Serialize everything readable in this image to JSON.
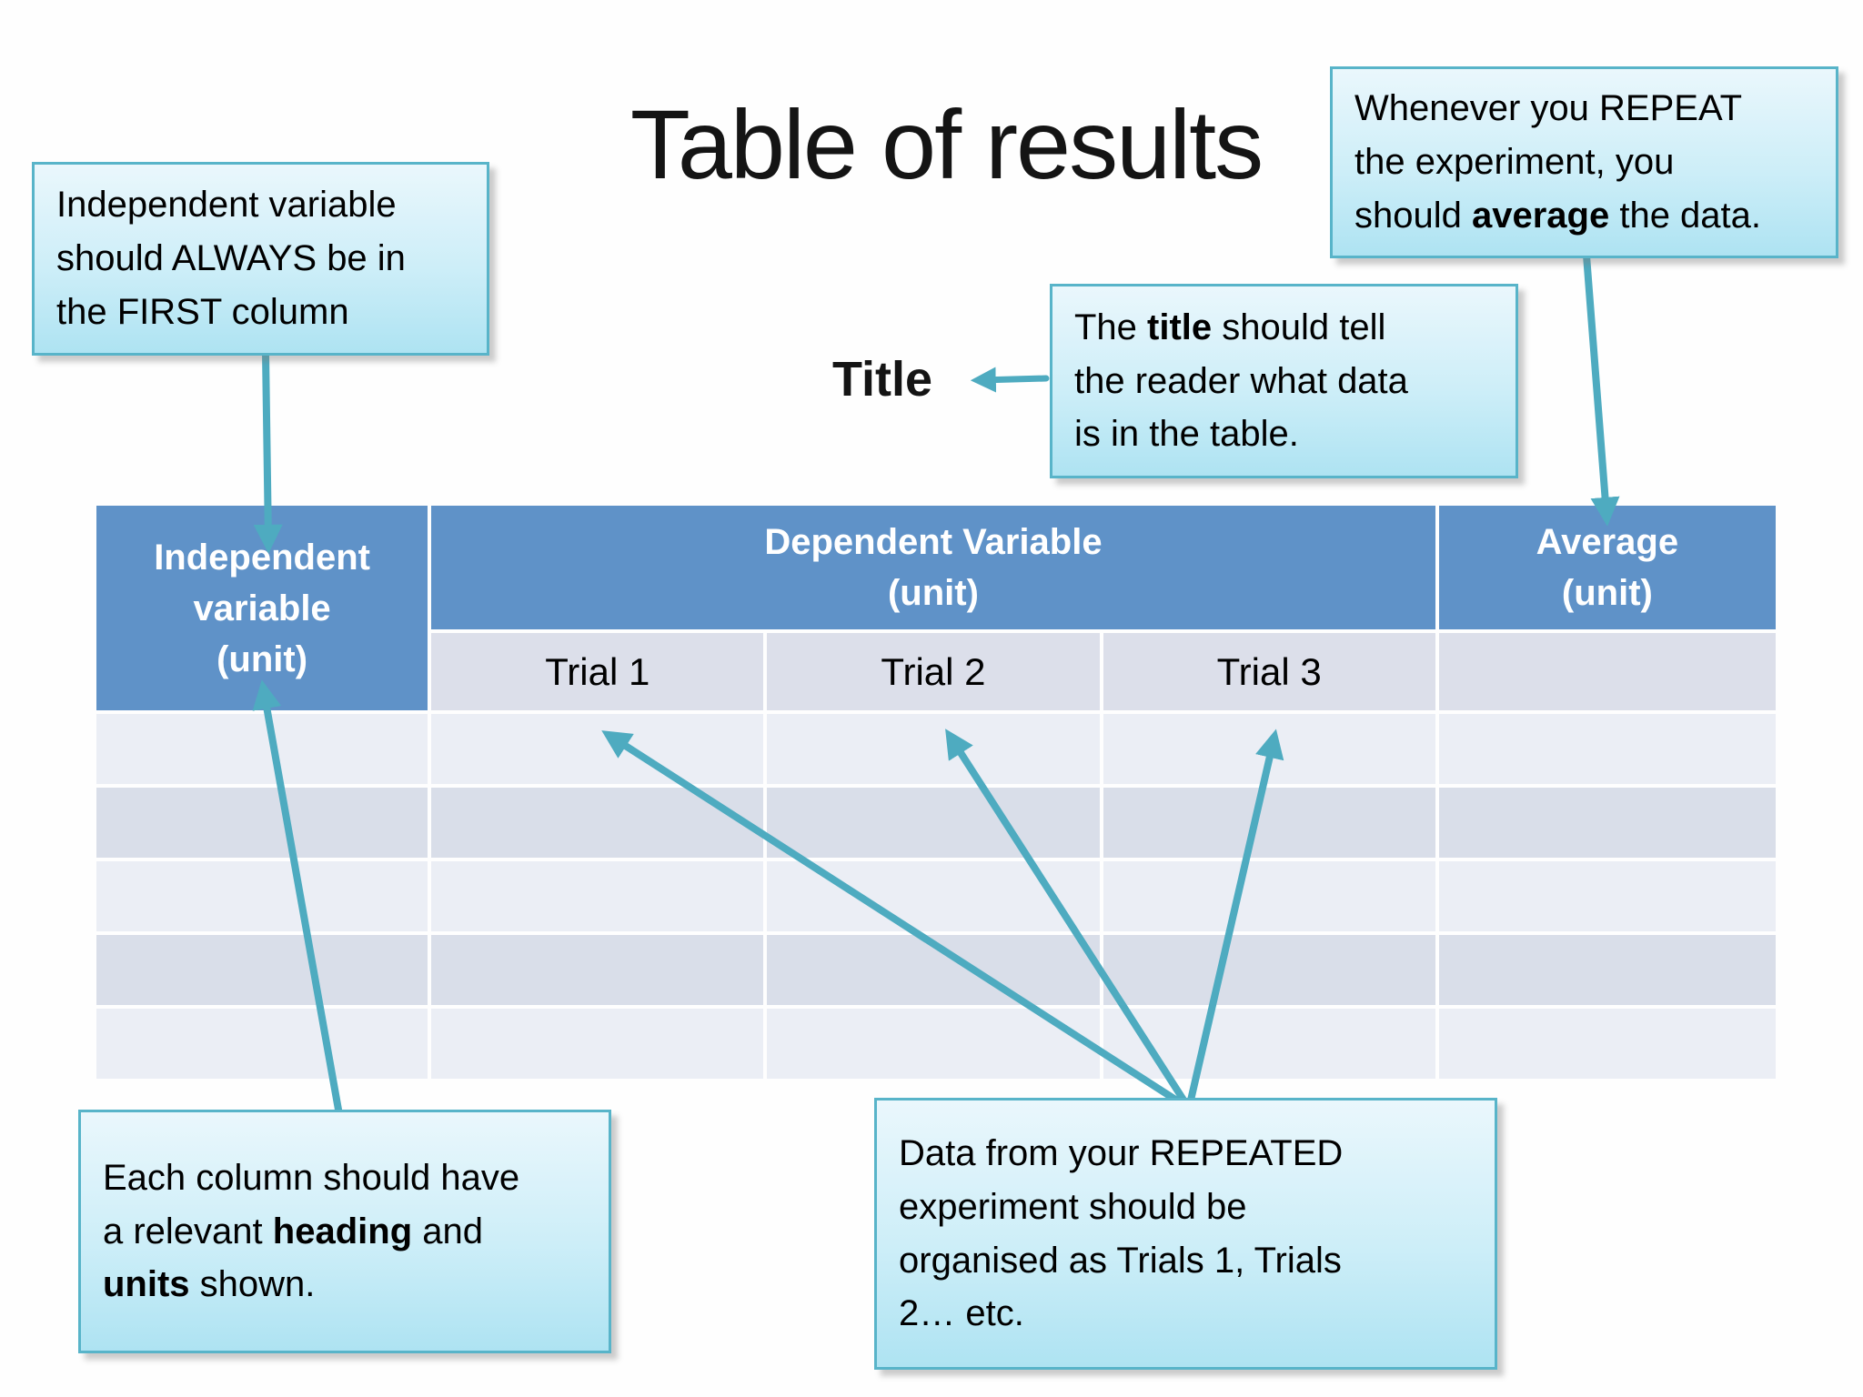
{
  "title": {
    "text": "Table of results"
  },
  "table_title": {
    "label": "Title"
  },
  "callouts": {
    "independent_first_column": {
      "segments": [
        {
          "t": "Independent variable\nshould ALWAYS be in\nthe FIRST column",
          "b": false
        }
      ]
    },
    "repeat_average": {
      "segments": [
        {
          "t": "Whenever you REPEAT\nthe experiment, you\nshould ",
          "b": false
        },
        {
          "t": "average",
          "b": true
        },
        {
          "t": " the data.",
          "b": false
        }
      ]
    },
    "title_tells": {
      "segments": [
        {
          "t": "The ",
          "b": false
        },
        {
          "t": "title",
          "b": true
        },
        {
          "t": " should tell\nthe reader what data\nis in the table.",
          "b": false
        }
      ]
    },
    "column_heading": {
      "segments": [
        {
          "t": "Each column should have\na relevant ",
          "b": false
        },
        {
          "t": "heading",
          "b": true
        },
        {
          "t": " and\n",
          "b": false
        },
        {
          "t": "units",
          "b": true
        },
        {
          "t": " shown.",
          "b": false
        }
      ]
    },
    "repeated_trials": {
      "segments": [
        {
          "t": "Data from your REPEATED\nexperiment should be\norganised as Trials 1, Trials\n2… etc.",
          "b": false
        }
      ]
    }
  },
  "table": {
    "column_headers": {
      "independent": "Independent\nvariable\n(unit)",
      "dependent": "Dependent Variable\n(unit)",
      "average": "Average\n(unit)"
    },
    "subheaders": [
      "Trial 1",
      "Trial 2",
      "Trial 3"
    ],
    "body": {
      "rows": 5,
      "cols": 5
    }
  },
  "colors": {
    "header_blue": "#5F92C8",
    "subheader_bg": "#DCDFEA",
    "row_light": "#EBEEF5",
    "row_dark": "#D9DEE9",
    "arrow": "#4EABC0",
    "callout_border": "#58B4C9",
    "callout_top": "#EAF7FC",
    "callout_bottom": "#AEE3F2"
  }
}
